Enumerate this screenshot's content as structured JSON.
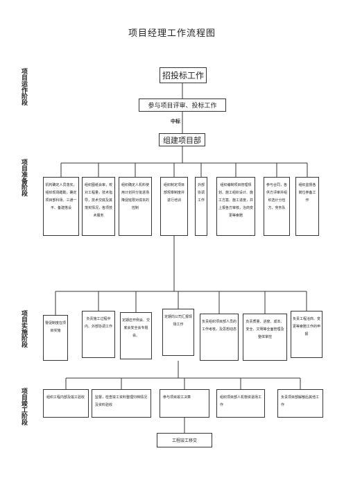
{
  "title": "项目经理工作流程图",
  "stages": [
    "项目运作阶段",
    "项目准备阶段",
    "项目实施阶段",
    "项目竣工阶段"
  ],
  "boxes": {
    "bid": "招投标工作",
    "review": "参与项目评审、投标工作",
    "setup": "组建项目部"
  },
  "mid_label": "中标",
  "prep_tasks": [
    "机构确定人员落实，组织现场踏勘，确定项目部科场、三通一平、备建搭设",
    "组织图纸会审，校对工程量，技术指导，技术交底及其落实情况，各项技术服务",
    "组织确定人机料使用计划并分批进场降促班限对成本的控制",
    "组织制定项目部规章制度并进行培训",
    "外部协调工作",
    "组织编制项目管理规划、施工组织设计、施工方案、施工进度，并上报各方审核，治商变更等索赔",
    "参与合同，各供方评审并组织选计分包方，劳务队",
    "组织监督各岗位参备工作"
  ],
  "impl_tasks": [
    "督促制度在项目实施",
    "负责施工过程中内、外部协调工作",
    "定期召开例会、交底会安全会专题会。",
    "定期向公司汇报现场工作",
    "负责组织项目部人员的工作考核，及思想动态",
    "负责质量、进度、成本、安全、文明等全面管理及整体掌控",
    "负责工程洽商、变更等索赔工作的申报"
  ],
  "close_tasks": [
    "组织工程内部及竣工验收",
    "监督，检查竣工资料整理归档情况及资料验收",
    "参与项目竣工决算",
    "组织项目部人机物资退场工作",
    "负责项目部解散后其他工作"
  ],
  "final": "工程竣工移交"
}
